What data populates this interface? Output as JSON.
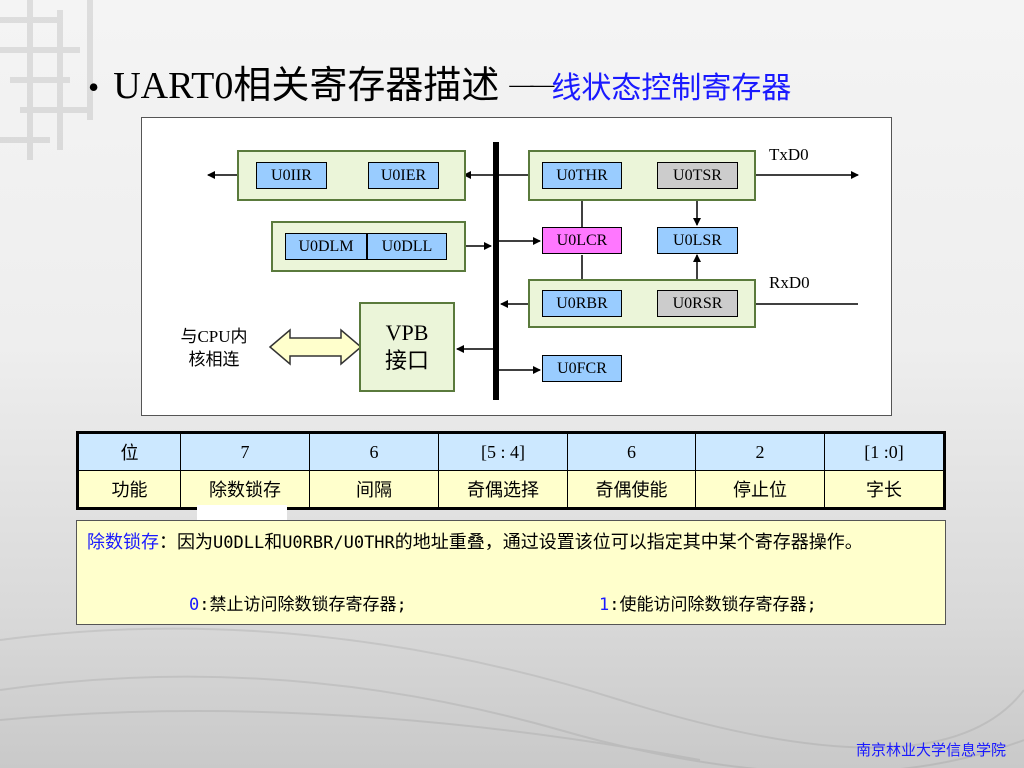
{
  "slide": {
    "bullet": "•",
    "title": "UART0相关寄存器描述",
    "dash": "——",
    "subtitle": "线状态控制寄存器",
    "footer": "南京林业大学信息学院"
  },
  "diagram": {
    "registers": {
      "u0iir": "U0IIR",
      "u0ier": "U0IER",
      "u0dlm": "U0DLM",
      "u0dll": "U0DLL",
      "u0thr": "U0THR",
      "u0tsr": "U0TSR",
      "u0lcr": "U0LCR",
      "u0lsr": "U0LSR",
      "u0rbr": "U0RBR",
      "u0rsr": "U0RSR",
      "u0fcr": "U0FCR"
    },
    "vpb_line1": "VPB",
    "vpb_line2": "接口",
    "cpu_label_line1": "与CPU内",
    "cpu_label_line2": "核相连",
    "txd": "TxD0",
    "rxd": "RxD0",
    "colors": {
      "group_fill": "#ebf5d9",
      "group_border": "#5a7a3c",
      "register_blue": "#99ccff",
      "register_gray": "#cccccc",
      "register_pink": "#ff77ff",
      "arrow_fill": "#ffffcc"
    }
  },
  "bit_table": {
    "header": [
      "位",
      "7",
      "6",
      "[5 : 4]",
      "6",
      "2",
      "[1 :0]"
    ],
    "function": [
      "功能",
      "除数锁存",
      "间隔",
      "奇偶选择",
      "奇偶使能",
      "停止位",
      "字长"
    ],
    "colors": {
      "header_bg": "#cce8ff",
      "row_bg": "#ffffcc"
    }
  },
  "note": {
    "term": "除数锁存",
    "colon": "：",
    "text_a": "因为",
    "reg_a": "U0DLL",
    "text_b": "和",
    "reg_b": "U0RBR/U0THR",
    "text_c": "的地址重叠，通过设置该位可以指定其中某个寄存器操作。",
    "opt0_value": "0",
    "opt0_text": ":禁止访问除数锁存寄存器;",
    "opt1_value": "1",
    "opt1_text": ":使能访问除数锁存寄存器;"
  }
}
